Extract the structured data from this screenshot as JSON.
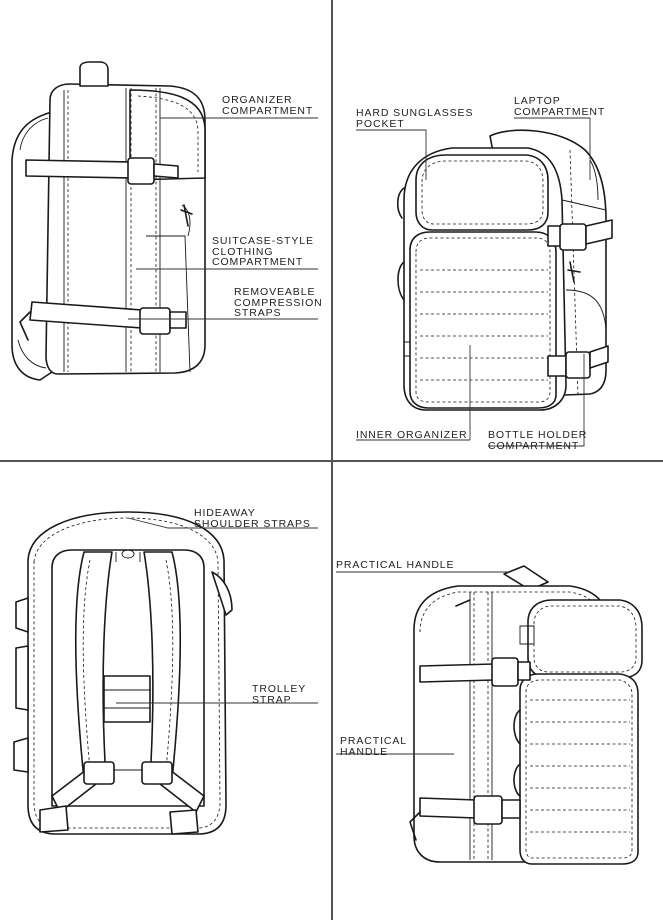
{
  "panels": {
    "side": {
      "labels": {
        "organizer": "ORGANIZER\nCOMPARTMENT",
        "suitcase": "SUITCASE-STYLE\nCLOTHING\nCOMPARTMENT",
        "compression": "REMOVEABLE\nCOMPRESSION\nSTRAPS"
      }
    },
    "front": {
      "labels": {
        "sunglasses": "HARD SUNGLASSES\nPOCKET",
        "laptop": "LAPTOP\nCOMPARTMENT",
        "inner": "INNER ORGANIZER",
        "bottle": "BOTTLE HOLDER\nCOMPARTMENT"
      }
    },
    "back": {
      "labels": {
        "hideaway": "HIDEAWAY\nSHOULDER STRAPS",
        "trolley": "TROLLEY\nSTRAP"
      }
    },
    "angle": {
      "labels": {
        "handle_top": "PRACTICAL HANDLE",
        "handle_side": "PRACTICAL\nHANDLE"
      }
    }
  }
}
